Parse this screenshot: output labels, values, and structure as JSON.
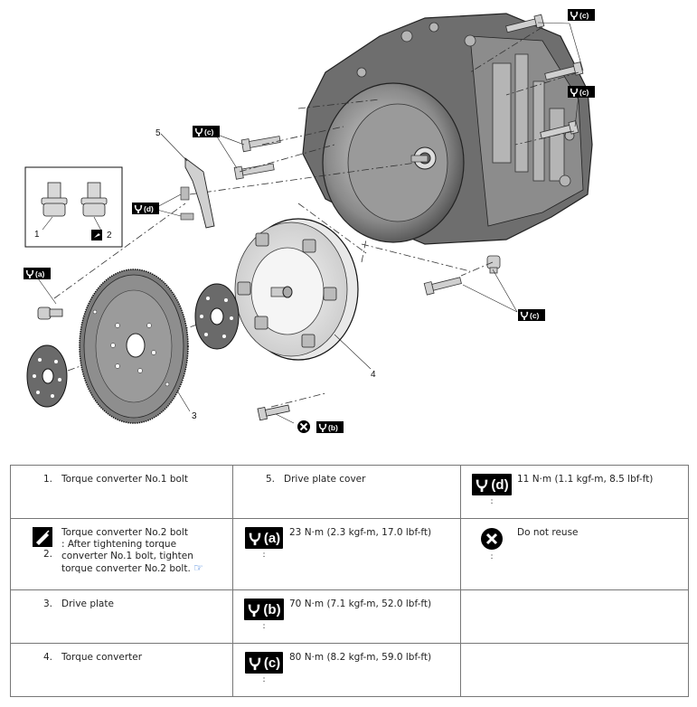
{
  "callouts": {
    "c1": "1",
    "c2": "2",
    "c3": "3",
    "c4": "4",
    "c5": "5"
  },
  "badges": {
    "a": "(a)",
    "b": "(b)",
    "c": "(c)",
    "d": "(d)"
  },
  "legend": {
    "row1": {
      "n1": "1.",
      "t1": "Torque converter No.1 bolt",
      "n5": "5.",
      "t5": "Drive plate cover",
      "d_label": "(d)",
      "d_colon": ":",
      "d_text": "11 N·m (1.1 kgf-m, 8.5 lbf-ft)"
    },
    "row2": {
      "n2": "2.",
      "t2_line1": "Torque converter No.2 bolt",
      "t2_line2": ": After tightening torque converter No.1 bolt, tighten torque converter No.2 bolt.",
      "a_label": "(a)",
      "a_colon": ":",
      "a_text": "23 N·m (2.3 kgf-m, 17.0 lbf-ft)",
      "reuse_colon": ":",
      "reuse_text": "Do not reuse"
    },
    "row3": {
      "n3": "3.",
      "t3": "Drive plate",
      "b_label": "(b)",
      "b_colon": ":",
      "b_text": "70 N·m (7.1 kgf-m, 52.0 lbf-ft)"
    },
    "row4": {
      "n4": "4.",
      "t4": "Torque converter",
      "c_label": "(c)",
      "c_colon": ":",
      "c_text": "80 N·m (8.2 kgf-m, 59.0 lbf-ft)"
    }
  },
  "colors": {
    "badge": "#000000",
    "link": "#2a6fd6",
    "border": "#777777"
  },
  "icons": [
    "torque-wrench-icon",
    "do-not-reuse-icon",
    "tighten-order-icon",
    "reference-link-icon"
  ]
}
